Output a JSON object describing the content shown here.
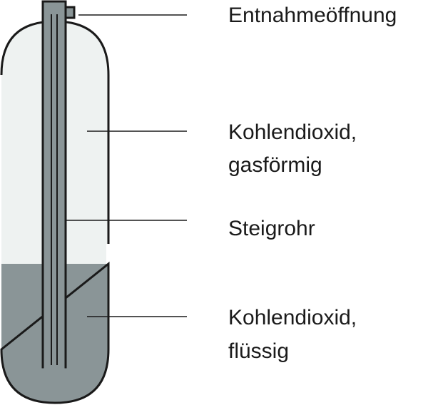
{
  "labels": {
    "outlet": "Entnahmeöffnung",
    "gas_line1": "Kohlendioxid,",
    "gas_line2": "gasförmig",
    "dip_tube": "Steigrohr",
    "liquid_line1": "Kohlendioxid,",
    "liquid_line2": "flüssig"
  },
  "colors": {
    "gas_fill": "#eef2f1",
    "liquid_fill": "#8a9597",
    "tube_fill": "#8a9597",
    "outline": "#1a1a1a",
    "leader": "#1a1a1a"
  }
}
